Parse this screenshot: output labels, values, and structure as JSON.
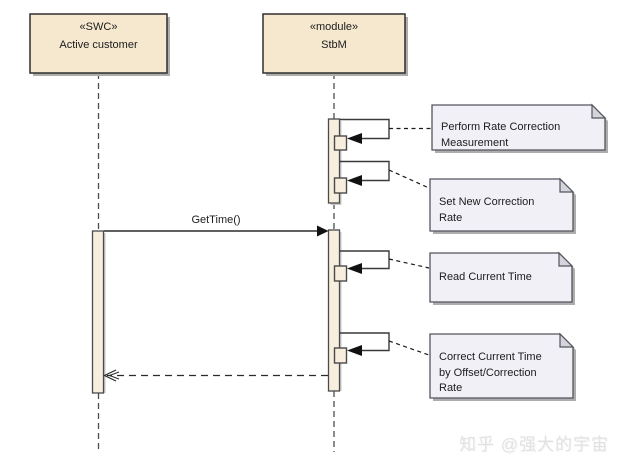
{
  "diagram": {
    "type": "uml-sequence-diagram",
    "lifelines": [
      {
        "stereotype": "«SWC»",
        "name": "Active customer"
      },
      {
        "stereotype": "«module»",
        "name": "StbM"
      }
    ],
    "messages": [
      {
        "label": "GetTime()",
        "type": "synchronous-call",
        "from": "Active customer",
        "to": "StbM"
      },
      {
        "label": "",
        "type": "return",
        "from": "StbM",
        "to": "Active customer"
      }
    ],
    "self_messages": [
      {
        "on": "StbM",
        "note": 0
      },
      {
        "on": "StbM",
        "note": 1
      },
      {
        "on": "StbM",
        "note": 2
      },
      {
        "on": "StbM",
        "note": 3
      }
    ],
    "notes": [
      {
        "text": "Perform Rate Correction Measurement"
      },
      {
        "text": "Set New Correction Rate"
      },
      {
        "text": "Read Current Time"
      },
      {
        "text": "Correct Current Time by Offset/Correction Rate"
      }
    ],
    "colors": {
      "element_fill": "#F5E8CF",
      "activation_fill": "#F8EEDD",
      "element_border": "#2E2E2E",
      "note_fill": "#F1F0F7",
      "note_fold": "#D4D4DC",
      "note_border": "#54545E",
      "shadow": "#ADADAD",
      "line": "#2B2B2B",
      "background": "#FFFFFF",
      "watermark_color": "#E2E2E2"
    }
  },
  "watermark": {
    "text": "知乎 @强大的宇宙"
  }
}
